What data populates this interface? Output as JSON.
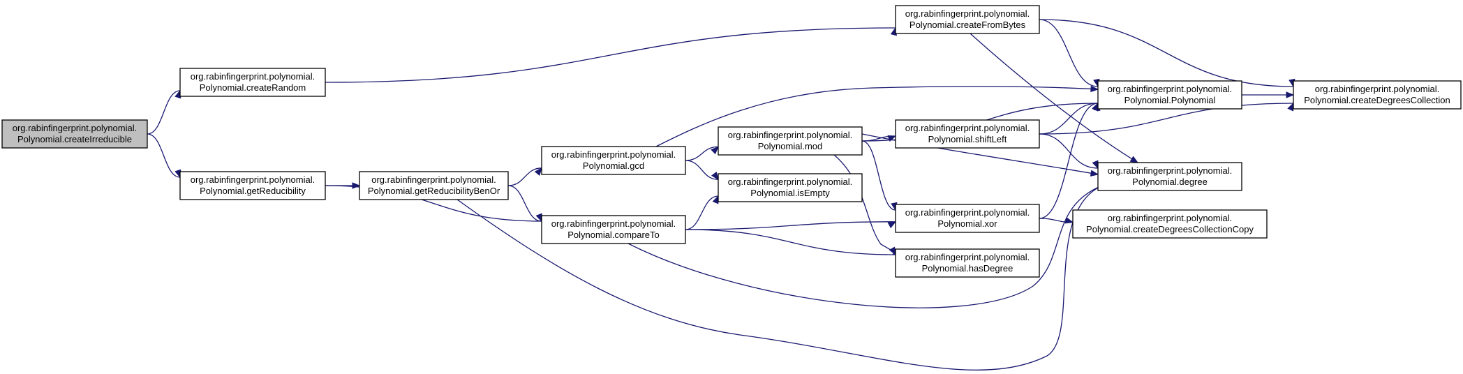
{
  "diagram": {
    "nodes": [
      {
        "id": "createIrreducible",
        "line1": "org.rabinfingerprint.polynomial.",
        "line2": "Polynomial.createIrreducible",
        "current": true
      },
      {
        "id": "createRandom",
        "line1": "org.rabinfingerprint.polynomial.",
        "line2": "Polynomial.createRandom"
      },
      {
        "id": "getReducibility",
        "line1": "org.rabinfingerprint.polynomial.",
        "line2": "Polynomial.getReducibility"
      },
      {
        "id": "getReducibilityBenOr",
        "line1": "org.rabinfingerprint.polynomial.",
        "line2": "Polynomial.getReducibilityBenOr"
      },
      {
        "id": "gcd",
        "line1": "org.rabinfingerprint.polynomial.",
        "line2": "Polynomial.gcd"
      },
      {
        "id": "compareTo",
        "line1": "org.rabinfingerprint.polynomial.",
        "line2": "Polynomial.compareTo"
      },
      {
        "id": "mod",
        "line1": "org.rabinfingerprint.polynomial.",
        "line2": "Polynomial.mod"
      },
      {
        "id": "isEmpty",
        "line1": "org.rabinfingerprint.polynomial.",
        "line2": "Polynomial.isEmpty"
      },
      {
        "id": "createFromBytes",
        "line1": "org.rabinfingerprint.polynomial.",
        "line2": "Polynomial.createFromBytes"
      },
      {
        "id": "shiftLeft",
        "line1": "org.rabinfingerprint.polynomial.",
        "line2": "Polynomial.shiftLeft"
      },
      {
        "id": "xor",
        "line1": "org.rabinfingerprint.polynomial.",
        "line2": "Polynomial.xor"
      },
      {
        "id": "hasDegree",
        "line1": "org.rabinfingerprint.polynomial.",
        "line2": "Polynomial.hasDegree"
      },
      {
        "id": "Polynomial",
        "line1": "org.rabinfingerprint.polynomial.",
        "line2": "Polynomial.Polynomial"
      },
      {
        "id": "degree",
        "line1": "org.rabinfingerprint.polynomial.",
        "line2": "Polynomial.degree"
      },
      {
        "id": "createDegreesCollectionCopy",
        "line1": "org.rabinfingerprint.polynomial.",
        "line2": "Polynomial.createDegreesCollectionCopy"
      },
      {
        "id": "createDegreesCollection",
        "line1": "org.rabinfingerprint.polynomial.",
        "line2": "Polynomial.createDegreesCollection"
      }
    ],
    "edges": [
      {
        "from": "createIrreducible",
        "to": "createRandom"
      },
      {
        "from": "createIrreducible",
        "to": "getReducibility"
      },
      {
        "from": "createRandom",
        "to": "createFromBytes"
      },
      {
        "from": "getReducibility",
        "to": "getReducibilityBenOr"
      },
      {
        "from": "getReducibility",
        "to": "compareTo"
      },
      {
        "from": "getReducibilityBenOr",
        "to": "gcd"
      },
      {
        "from": "getReducibilityBenOr",
        "to": "compareTo"
      },
      {
        "from": "getReducibilityBenOr",
        "to": "degree"
      },
      {
        "from": "gcd",
        "to": "mod"
      },
      {
        "from": "gcd",
        "to": "isEmpty"
      },
      {
        "from": "gcd",
        "to": "Polynomial"
      },
      {
        "from": "compareTo",
        "to": "isEmpty"
      },
      {
        "from": "compareTo",
        "to": "xor"
      },
      {
        "from": "compareTo",
        "to": "hasDegree"
      },
      {
        "from": "compareTo",
        "to": "degree"
      },
      {
        "from": "mod",
        "to": "Polynomial"
      },
      {
        "from": "mod",
        "to": "shiftLeft"
      },
      {
        "from": "mod",
        "to": "degree"
      },
      {
        "from": "mod",
        "to": "xor"
      },
      {
        "from": "mod",
        "to": "hasDegree"
      },
      {
        "from": "createFromBytes",
        "to": "Polynomial"
      },
      {
        "from": "createFromBytes",
        "to": "createDegreesCollection"
      },
      {
        "from": "createFromBytes",
        "to": "degree"
      },
      {
        "from": "shiftLeft",
        "to": "Polynomial"
      },
      {
        "from": "shiftLeft",
        "to": "createDegreesCollection"
      },
      {
        "from": "shiftLeft",
        "to": "degree"
      },
      {
        "from": "xor",
        "to": "Polynomial"
      },
      {
        "from": "xor",
        "to": "createDegreesCollectionCopy"
      },
      {
        "from": "Polynomial",
        "to": "createDegreesCollection"
      }
    ]
  }
}
